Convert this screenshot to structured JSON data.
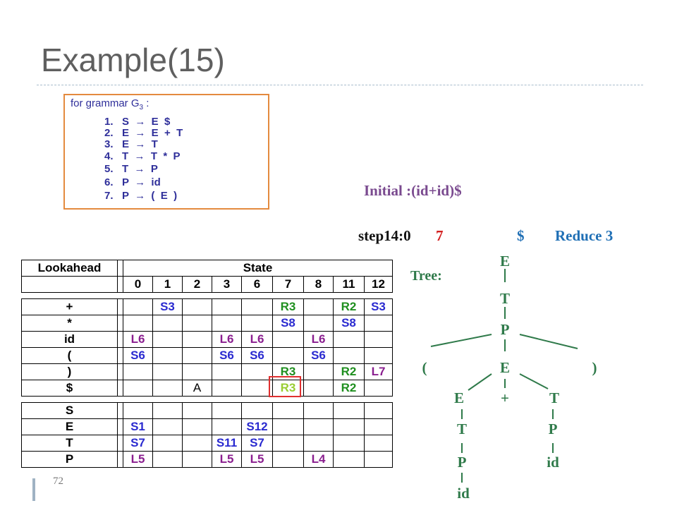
{
  "slide": {
    "title": "Example(15)",
    "page_number": "72"
  },
  "grammar": {
    "heading": "for grammar  G",
    "heading_sub": "3",
    "heading_tail": " :",
    "rules": [
      "1.   S  →  E  $",
      "2.   E  →  E  +  T",
      "3.   E  →  T",
      "4.   T  →  T  *  P",
      "5.   T  →  P",
      "6.   P  →  id",
      "7.   P  →  (  E  )"
    ]
  },
  "parse_state": {
    "initial": "Initial :(id+id)$",
    "step": "step14:0",
    "stack": "7",
    "input": "$",
    "action": "Reduce 3",
    "tree_label": "Tree:"
  },
  "tree": {
    "nodes": [
      "E",
      "T",
      "P",
      "(",
      "E",
      ")",
      "E",
      "+",
      "T",
      "T",
      "P",
      "P",
      "id",
      "id"
    ]
  },
  "table": {
    "header_left": "Lookahead",
    "header_right": "State",
    "states": [
      "0",
      "1",
      "2",
      "3",
      "6",
      "7",
      "8",
      "11",
      "12"
    ],
    "rows": [
      {
        "sym": "+",
        "cells": [
          "",
          "S3",
          "",
          "",
          "",
          "R3",
          "",
          "R2",
          "S3"
        ]
      },
      {
        "sym": "*",
        "cells": [
          "",
          "",
          "",
          "",
          "",
          "S8",
          "",
          "S8",
          ""
        ]
      },
      {
        "sym": "id",
        "cells": [
          "L6",
          "",
          "",
          "L6",
          "L6",
          "",
          "L6",
          "",
          ""
        ]
      },
      {
        "sym": "(",
        "cells": [
          "S6",
          "",
          "",
          "S6",
          "S6",
          "",
          "S6",
          "",
          ""
        ]
      },
      {
        "sym": ")",
        "cells": [
          "",
          "",
          "",
          "",
          "",
          "R3",
          "",
          "R2",
          "L7"
        ]
      },
      {
        "sym": "$",
        "cells": [
          "",
          "",
          "A",
          "",
          "",
          "R3",
          "",
          "R2",
          ""
        ]
      }
    ],
    "goto_rows": [
      {
        "sym": "S",
        "cells": [
          "",
          "",
          "",
          "",
          "",
          "",
          "",
          "",
          ""
        ]
      },
      {
        "sym": "E",
        "cells": [
          "S1",
          "",
          "",
          "",
          "S12",
          "",
          "",
          "",
          ""
        ]
      },
      {
        "sym": "T",
        "cells": [
          "S7",
          "",
          "",
          "S11",
          "S7",
          "",
          "",
          "",
          ""
        ]
      },
      {
        "sym": "P",
        "cells": [
          "L5",
          "",
          "",
          "L5",
          "L5",
          "",
          "L4",
          "",
          ""
        ]
      }
    ]
  },
  "colors": {
    "shift": "#2a2ad0",
    "reduce": "#1f8f1f",
    "lookahead_shift": "#8a1e8f",
    "highlight": "#e03030",
    "tree": "#2f7a4a"
  }
}
